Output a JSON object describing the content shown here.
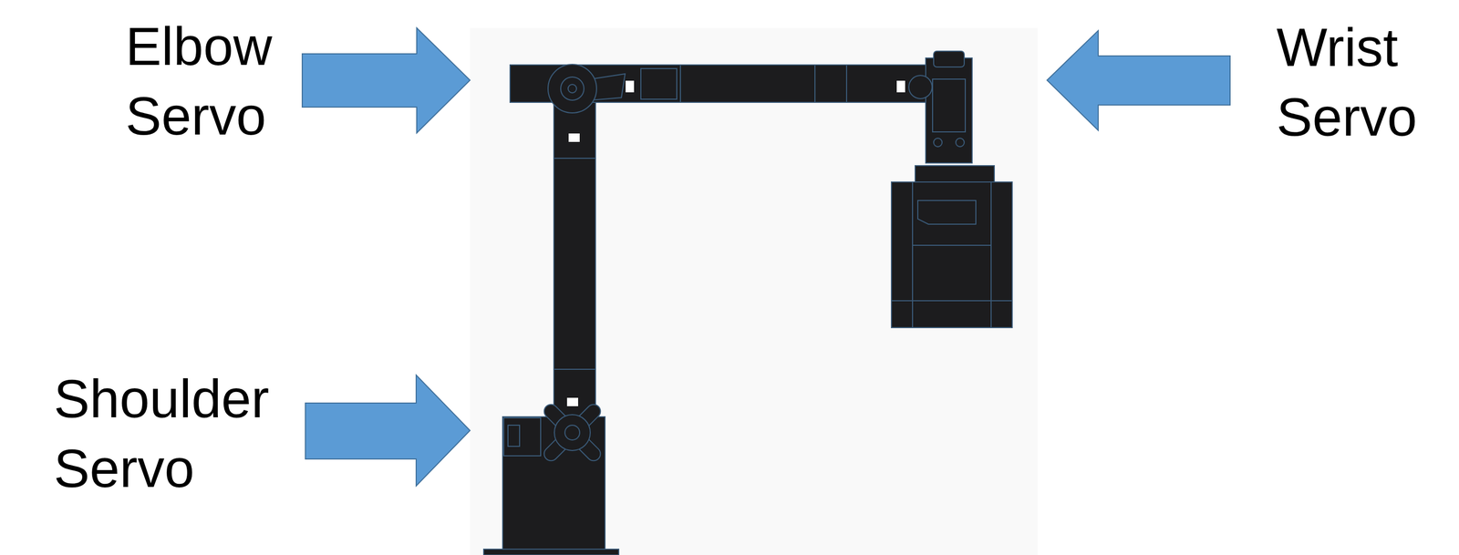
{
  "diagram": {
    "labels": [
      "Elbow Servo",
      "Wrist Servo",
      "Shoulder Servo"
    ]
  }
}
